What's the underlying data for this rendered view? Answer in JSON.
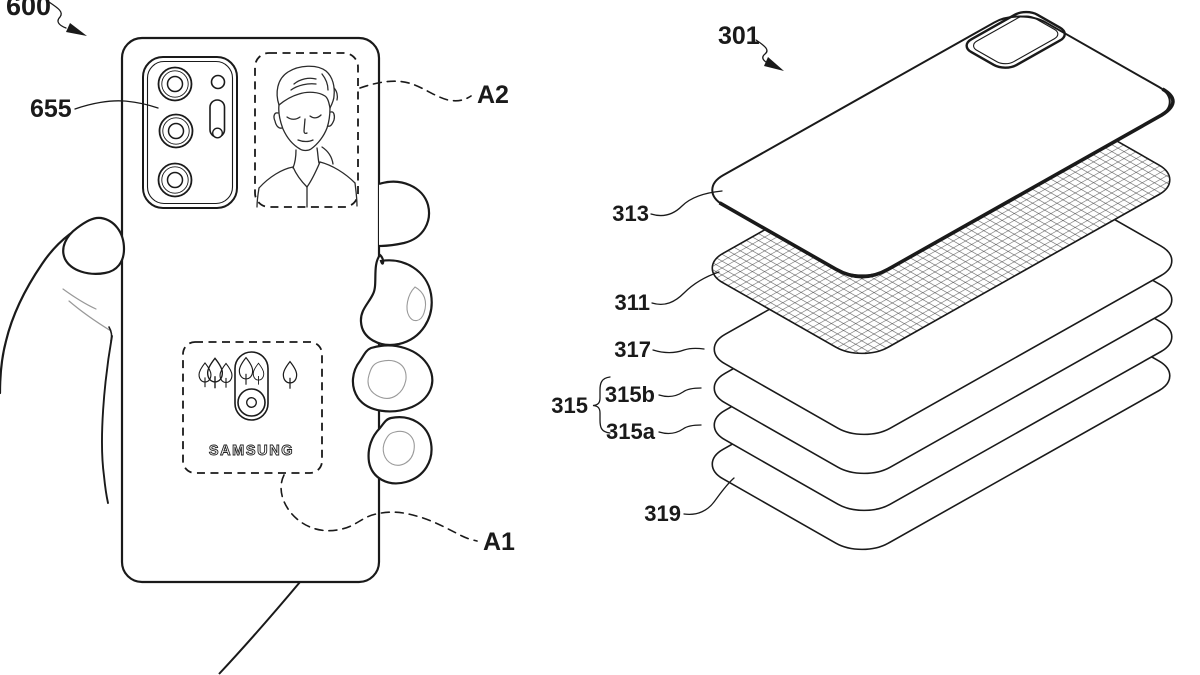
{
  "document": {
    "kind": "patent-figure-sheet",
    "background_color": "#ffffff",
    "ink_color": "#1a1a1a"
  },
  "left_figure": {
    "ref_label": "600",
    "camera_module_label": "655",
    "photo_area_label": "A2",
    "widget_area_label": "A1",
    "brand_text": "SAMSUNG",
    "icons": {
      "area_a1_left": "three-trees-icon",
      "area_a1_center": "capsule-camera-with-trees-icon",
      "area_a1_right": "single-tree-icon",
      "area_a2": "portrait-photo-drawing"
    }
  },
  "right_figure": {
    "ref_label": "301",
    "back_cover_label": "313",
    "hatch_layer_label": "311",
    "layer_317_label": "317",
    "layer_315b_label": "315b",
    "layer_315a_label": "315a",
    "group_brace_label": "315",
    "bottom_layer_label": "319",
    "hatch_color": "#3a3a3a"
  }
}
